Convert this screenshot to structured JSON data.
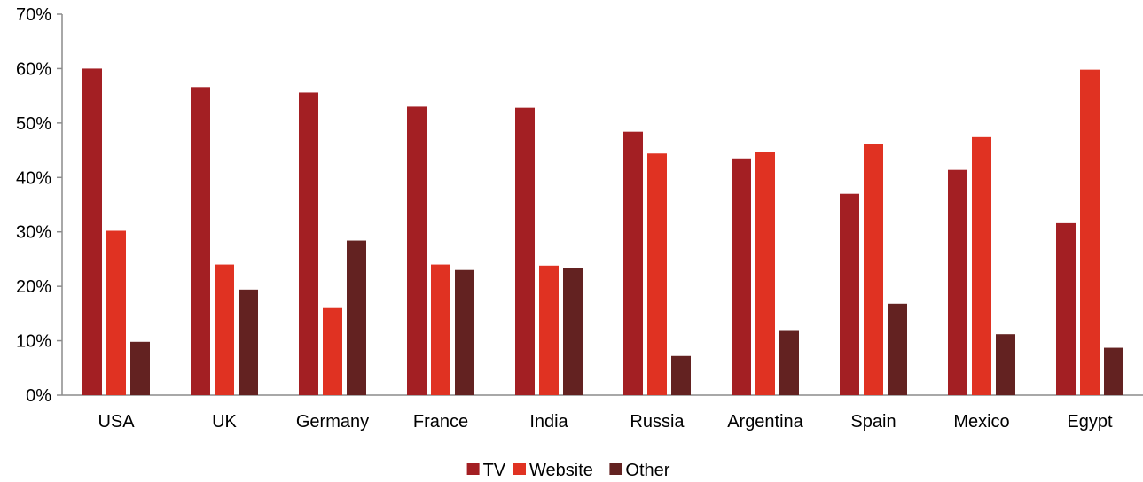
{
  "chart_data": {
    "type": "bar",
    "title": "",
    "xlabel": "",
    "ylabel": "",
    "categories": [
      "USA",
      "UK",
      "Germany",
      "France",
      "India",
      "Russia",
      "Argentina",
      "Spain",
      "Mexico",
      "Egypt"
    ],
    "series": [
      {
        "name": "TV",
        "color": "#a31f23",
        "values": [
          0.6,
          0.566,
          0.556,
          0.53,
          0.528,
          0.484,
          0.435,
          0.37,
          0.414,
          0.316
        ]
      },
      {
        "name": "Website",
        "color": "#e03222",
        "values": [
          0.302,
          0.24,
          0.16,
          0.24,
          0.238,
          0.444,
          0.447,
          0.462,
          0.474,
          0.598
        ]
      },
      {
        "name": "Other",
        "color": "#632221",
        "values": [
          0.098,
          0.194,
          0.284,
          0.23,
          0.234,
          0.072,
          0.118,
          0.168,
          0.112,
          0.087
        ]
      }
    ],
    "ylim": [
      0,
      0.7
    ],
    "yticks": [
      "0%",
      "10%",
      "20%",
      "30%",
      "40%",
      "50%",
      "60%",
      "70%"
    ],
    "grid": false,
    "legend_position": "bottom-center"
  }
}
